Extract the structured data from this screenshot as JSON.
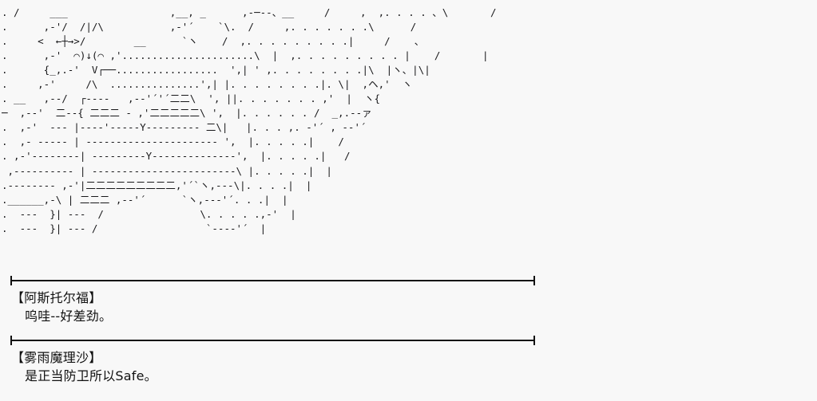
{
  "background_color": "#f8f8f8",
  "text_color": "#111111",
  "ascii_art": {
    "name": "scene-ascii-art",
    "content": ". /     ___                 ,__, _      ,-─--、__     /     ,  ,. . . . 、\\       /\n.      ,-'/  /|/\\           ,‐'´    `\\.  /     ,. . . . . . .\\      /\n.     <  ←┼→>/        __      `ヽ    /  ,. . . . . . . . .|     /    、\n.      ,-'  ⌒)↓(⌒ ,'......................\\  |  ,. . . . . . . . . |    /       |\n.      {_,.-'  V┌──.................  ',| ' ,. . . . . . . .|\\  |ヽ、|\\|\n.     ,-'     /\\  ...............',| |. . . . . . . .|. \\|  ,ヘ,'  ヽ\n. __   ,-‐/  ┌‐--‐   ,-‐'´'´二二\\  ', ||. . . . . . . ,'  |  ヽ{\n─  ,-‐'  二-‐{ 二二二 - ,'二二二二二\\ ',  |. . . . . . /  _,.-‐ァ\n.  ,-'  ‐‐- |‐--‐'-----Y‐-------‐ 二\\|   |. . . ,. -'´ , -‐'´\n.  ,- ‐--‐- | ‐--------------------‐ ',  |. . . . .|    /\n. ,-'--------| ‐--------Y-------------‐',  |. . . . .|   /\n ,---------- | -----------------------‐\\ |. . . . .|  |\n.-------- ,-'|二二二二二二二二二,'´`ヽ,--‐\\|. . . .|  |\n.______,-\\ | 二二二 ,-‐'´      `ヽ,‐-‐'´. . .|  |\n.  ‐--  }| ‐-‐  /                \\. . . . .,-'  |\n.  ‐--  }| ‐-‐ /                  `‐--‐'´  |"
  },
  "dividers": [
    {
      "name": "divider-top",
      "label": "scene-divider"
    },
    {
      "name": "divider-bottom",
      "label": "scene-divider"
    }
  ],
  "dialogues": [
    {
      "speaker": "【阿斯托尔福】",
      "line": "呜哇--好差劲。"
    },
    {
      "speaker": "【雾雨魔理沙】",
      "line": "是正当防卫所以Safe。"
    }
  ]
}
